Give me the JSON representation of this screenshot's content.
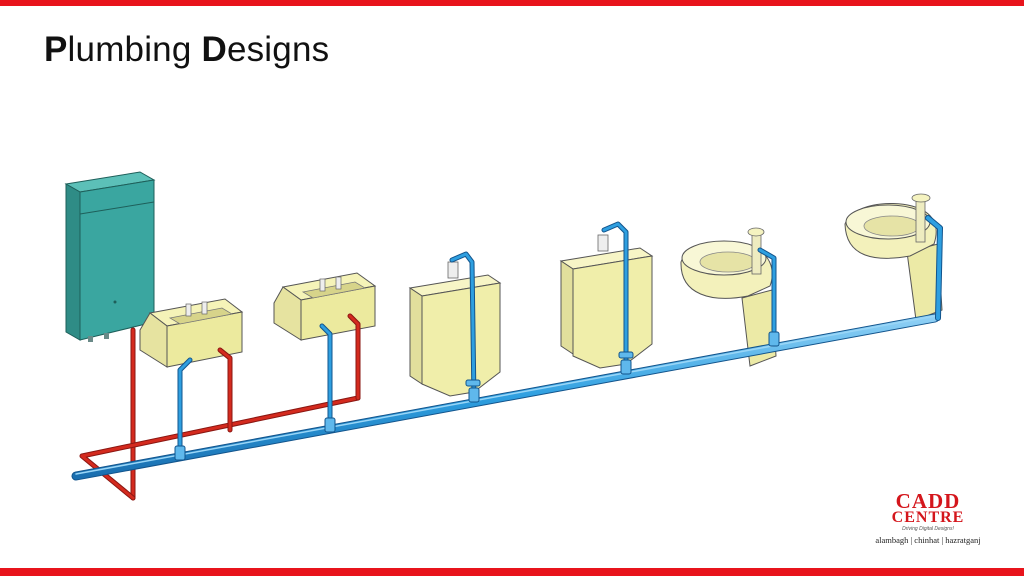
{
  "slide": {
    "title_b1": "P",
    "title_r1": "lumbing ",
    "title_b2": "D",
    "title_r2": "esigns"
  },
  "logo": {
    "line1": "CADD",
    "line2": "CENTRE",
    "tagline": "Driving Digital Designs!",
    "locations": "alambagh | chinhat | hazratganj"
  },
  "colors": {
    "accent": "#e8141c",
    "hot_pipe": "#d42a1e",
    "cold_pipe": "#2e9fe0",
    "fixture": "#f5f3b8",
    "heater": "#3aa6a0"
  }
}
